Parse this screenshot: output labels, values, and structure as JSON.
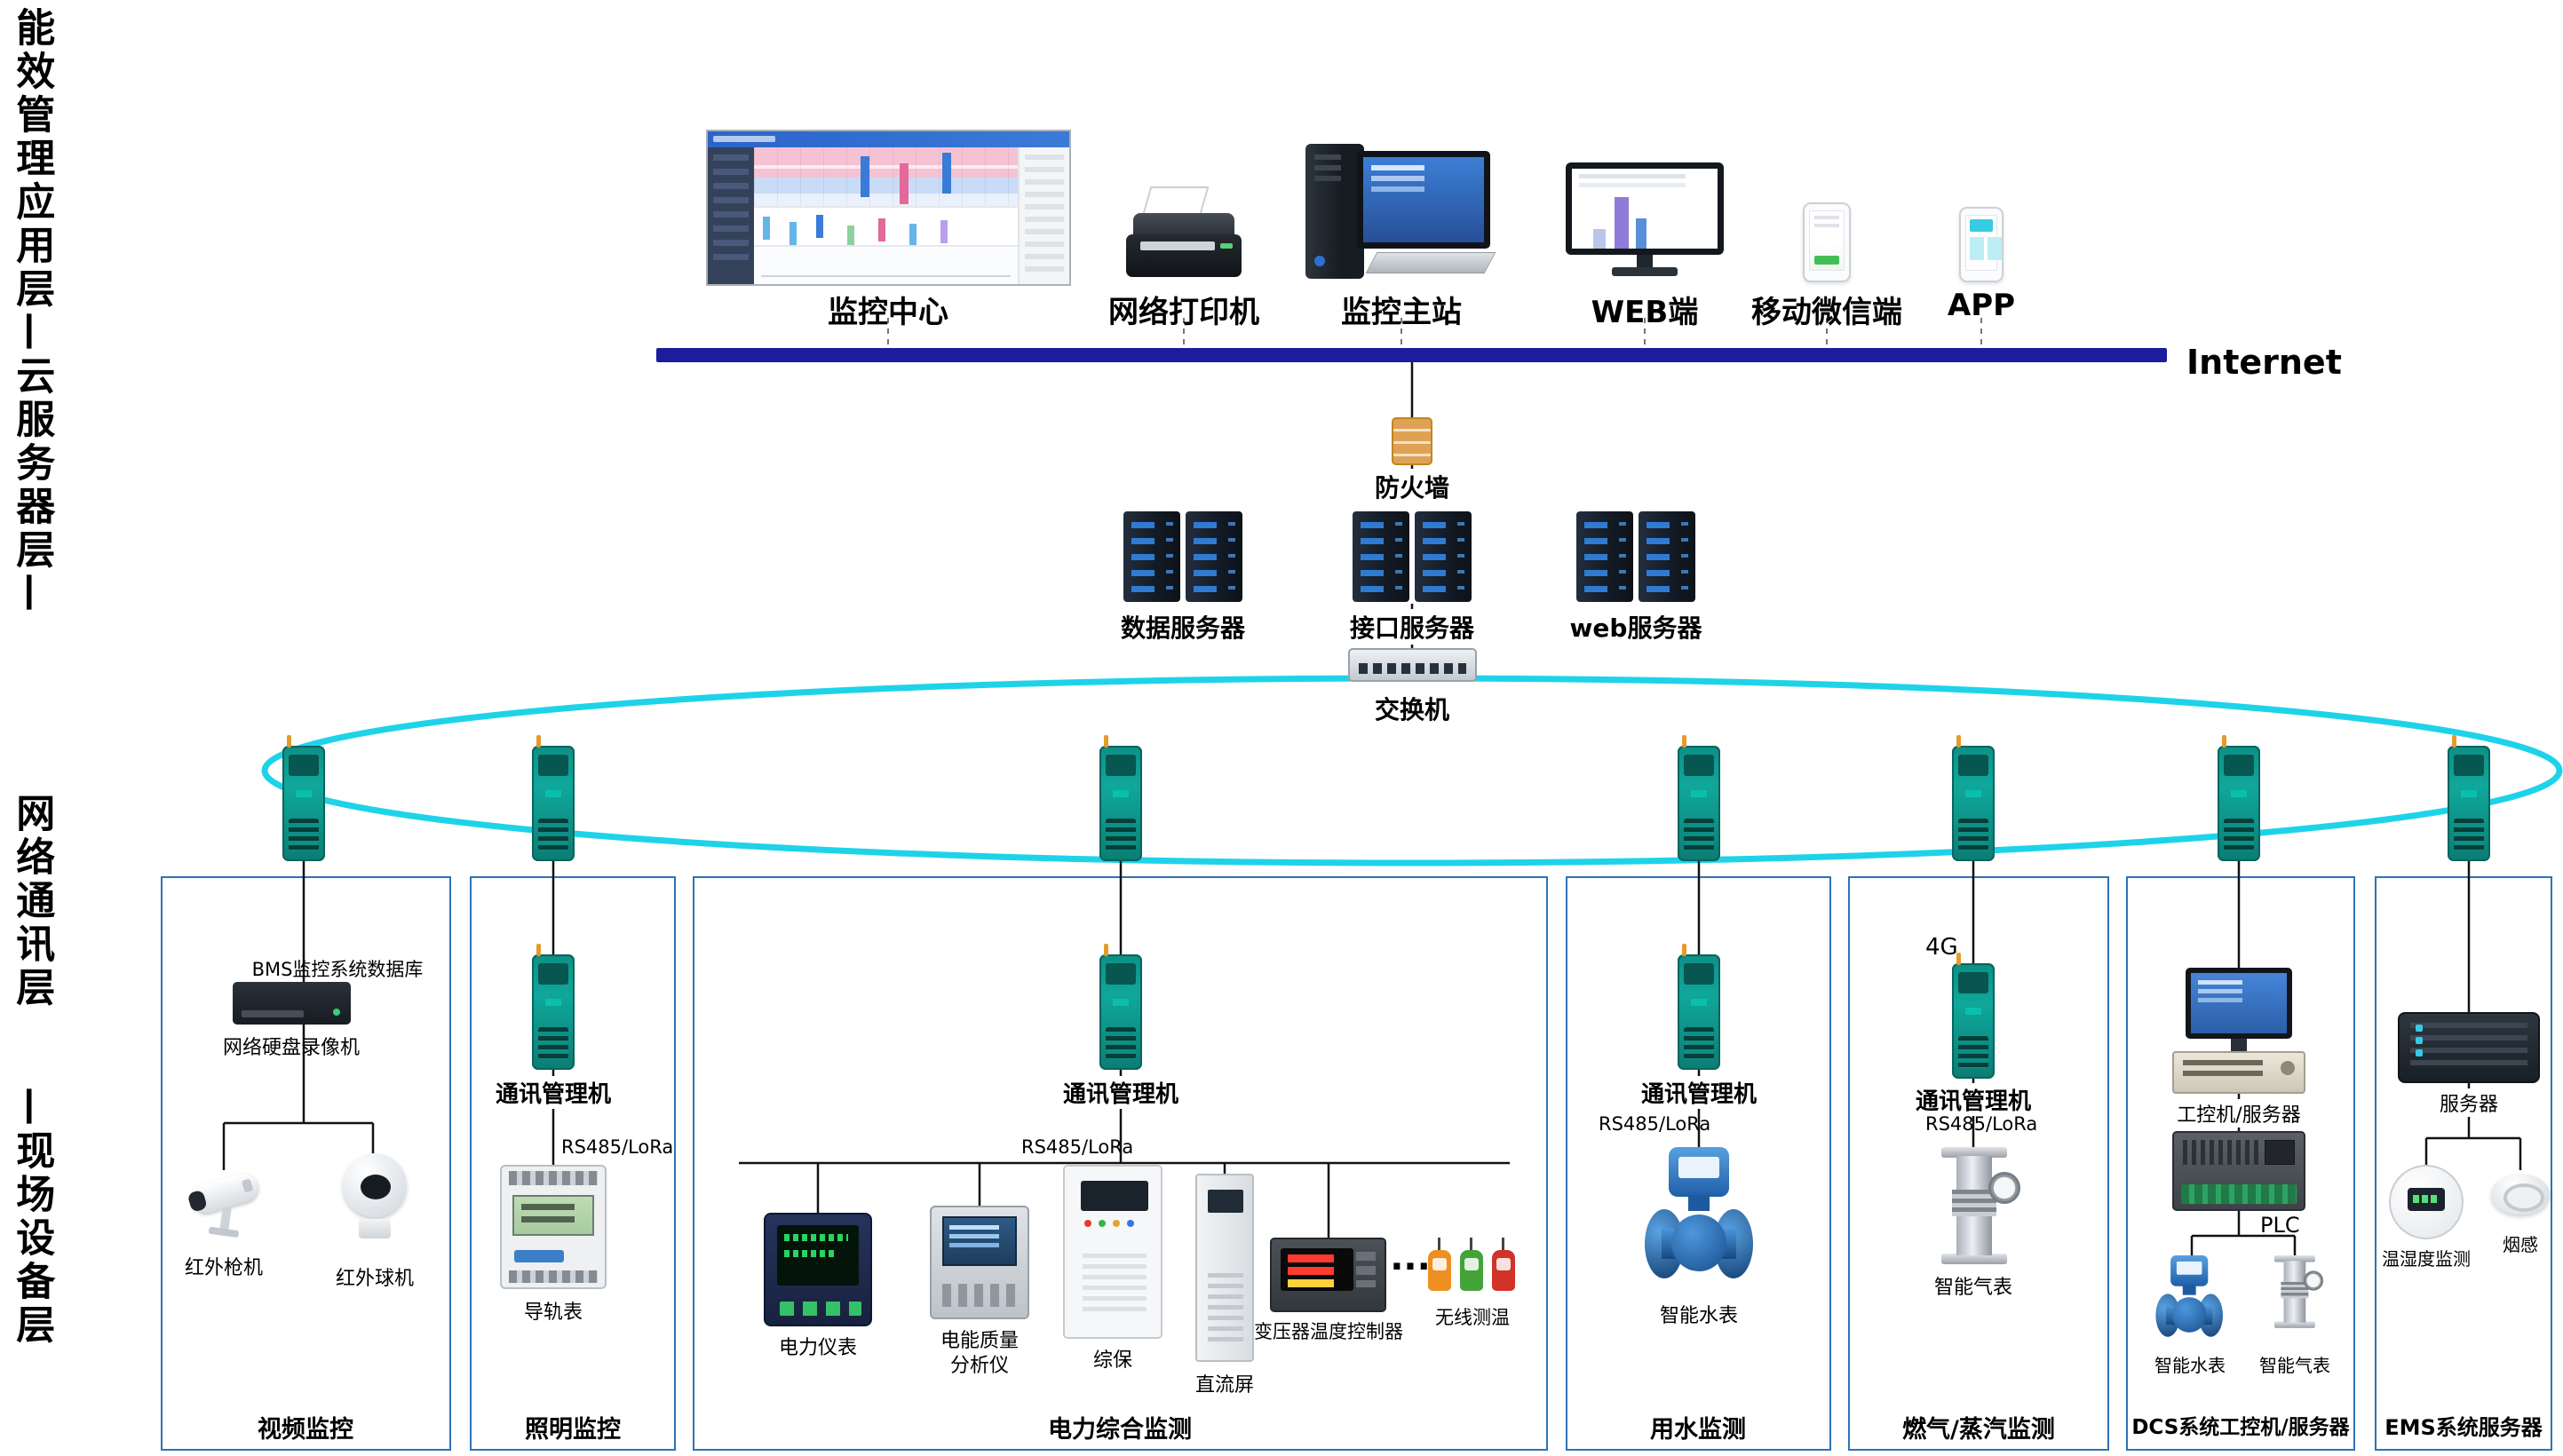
{
  "left_rail": {
    "top": "能效管理应用层—云服务器层—",
    "middle": "网络通讯层",
    "bottom": "—现场设备层"
  },
  "top_row": {
    "monitor_center": "监控中心",
    "printer": "网络打印机",
    "master_station": "监控主站",
    "web": "WEB端",
    "wechat": "移动微信端",
    "app": "APP",
    "internet": "Internet"
  },
  "server_layer": {
    "firewall": "防火墙",
    "data_server": "数据服务器",
    "interface_server": "接口服务器",
    "web_server": "web服务器",
    "switch": "交换机"
  },
  "zones": {
    "video": {
      "title": "视频监控",
      "bms": "BMS监控系统数据库",
      "nvr": "网络硬盘录像机",
      "gun_cam": "红外枪机",
      "ball_cam": "红外球机"
    },
    "lighting": {
      "title": "照明监控",
      "gateway": "通讯管理机",
      "bus": "RS485/LoRa",
      "meter": "导轨表"
    },
    "power": {
      "title": "电力综合监测",
      "gateway": "通讯管理机",
      "bus": "RS485/LoRa",
      "meter1": "电力仪表",
      "meter2a": "电能质量",
      "meter2b": "分析仪",
      "meter3": "综保",
      "meter4": "直流屏",
      "meter5": "变压器温度控制器",
      "dots": "···",
      "meter6": "无线测温"
    },
    "water": {
      "title": "用水监测",
      "gateway": "通讯管理机",
      "bus": "RS485/LoRa",
      "meter": "智能水表"
    },
    "gas": {
      "title": "燃气/蒸汽监测",
      "g4": "4G",
      "gateway": "通讯管理机",
      "bus": "RS485/LoRa",
      "meter": "智能气表"
    },
    "dcs": {
      "title": "DCS系统工控机/服务器",
      "ipc": "工控机/服务器",
      "plc": "PLC",
      "water": "智能水表",
      "gas": "智能气表"
    },
    "ems": {
      "title": "EMS系统服务器",
      "server": "服务器",
      "th": "温湿度监测",
      "smoke": "烟感"
    }
  },
  "colors": {
    "ring": "#1ed3e9",
    "internet_bar": "#1c1c9c",
    "zone_border": "#2d73b6",
    "gateway_teal": "#0f9c92"
  }
}
